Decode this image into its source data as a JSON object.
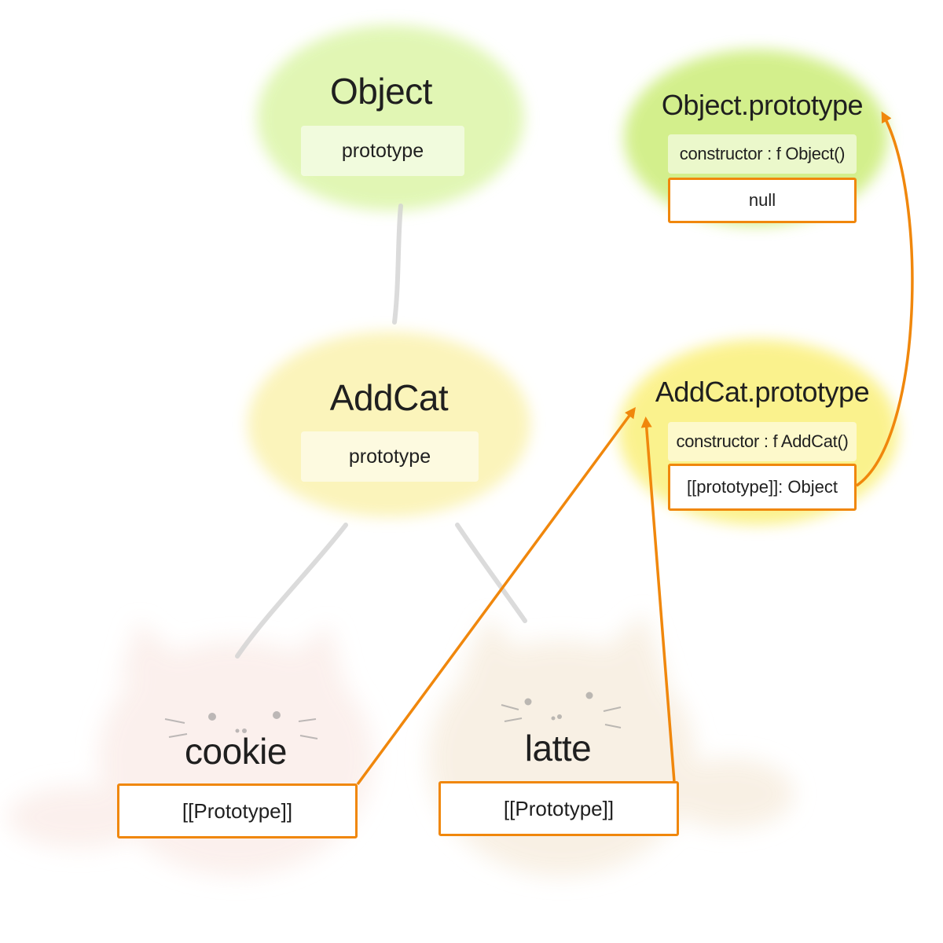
{
  "nodes": {
    "object": {
      "title": "Object",
      "field": "prototype"
    },
    "object_prototype": {
      "title": "Object.prototype",
      "constructor": "constructor : f Object()",
      "proto_link": "null"
    },
    "addcat": {
      "title": "AddCat",
      "field": "prototype"
    },
    "addcat_prototype": {
      "title": "AddCat.prototype",
      "constructor": "constructor : f AddCat()",
      "proto_link": "[[prototype]]: Object"
    },
    "cookie": {
      "title": "cookie",
      "proto_link": "[[Prototype]]"
    },
    "latte": {
      "title": "latte",
      "proto_link": "[[Prototype]]"
    }
  },
  "colors": {
    "arrow": "#f0870c",
    "object_blob": "#dcf5a8",
    "object_prototype_blob": "#cfee80",
    "addcat_blob": "#fbf3b4",
    "addcat_prototype_blob": "#faf07a",
    "cookie_blob": "#fbeeea",
    "latte_blob": "#f8efe2",
    "connector": "#cfcfcf"
  }
}
